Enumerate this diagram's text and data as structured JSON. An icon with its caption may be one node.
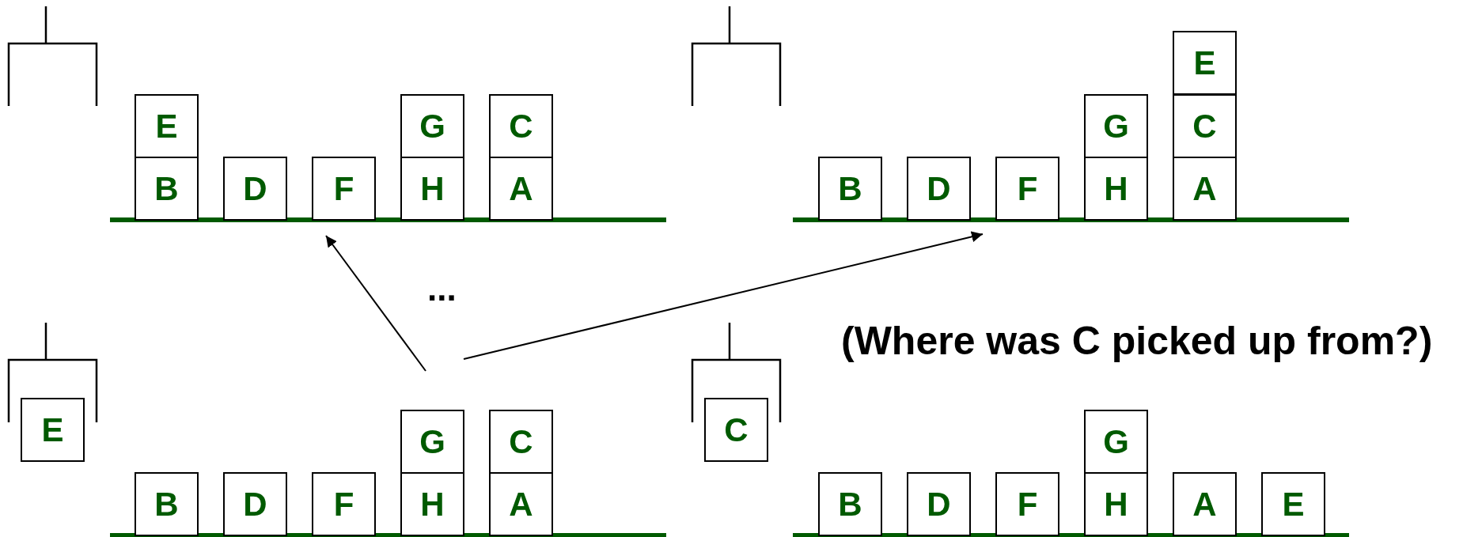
{
  "diagram": {
    "nodes": [
      {
        "text": [],
        "shape": "bar"
      },
      {
        "text": [
          "E"
        ]
      },
      {
        "text": [
          "G"
        ]
      },
      {
        "text": [
          "C"
        ]
      },
      {
        "text": [
          "B"
        ]
      },
      {
        "text": [
          "D"
        ]
      },
      {
        "text": [
          "F"
        ]
      },
      {
        "text": [
          "H"
        ]
      },
      {
        "text": [
          "A"
        ]
      },
      {
        "text": [],
        "shape": "bar"
      },
      {
        "text": [
          "E"
        ]
      },
      {
        "text": [
          "G"
        ]
      },
      {
        "text": [
          "C"
        ]
      },
      {
        "text": [
          "B"
        ]
      },
      {
        "text": [
          "D"
        ]
      },
      {
        "text": [
          "F"
        ]
      },
      {
        "text": [
          "H"
        ]
      },
      {
        "text": [
          "A"
        ]
      },
      {
        "text": [
          "E"
        ]
      },
      {
        "text": [
          "G"
        ]
      },
      {
        "text": [
          "C"
        ]
      },
      {
        "text": [
          "B"
        ]
      },
      {
        "text": [
          "D"
        ]
      },
      {
        "text": [
          "F"
        ]
      },
      {
        "text": [
          "H"
        ]
      },
      {
        "text": [
          "A"
        ]
      },
      {
        "text": [
          "C"
        ]
      },
      {
        "text": [
          "G"
        ]
      },
      {
        "text": [
          "B"
        ]
      },
      {
        "text": [
          "D"
        ]
      },
      {
        "text": [
          "F"
        ]
      },
      {
        "text": [
          "H"
        ]
      },
      {
        "text": [
          "A"
        ]
      },
      {
        "text": [
          "E"
        ]
      }
    ],
    "edges": [
      {
        "from": null,
        "to": 0,
        "arrow": "to"
      },
      {
        "from": null,
        "to": 9,
        "arrow": "to"
      }
    ],
    "labels": [
      "...",
      "(Where was C picked up from?)"
    ]
  }
}
